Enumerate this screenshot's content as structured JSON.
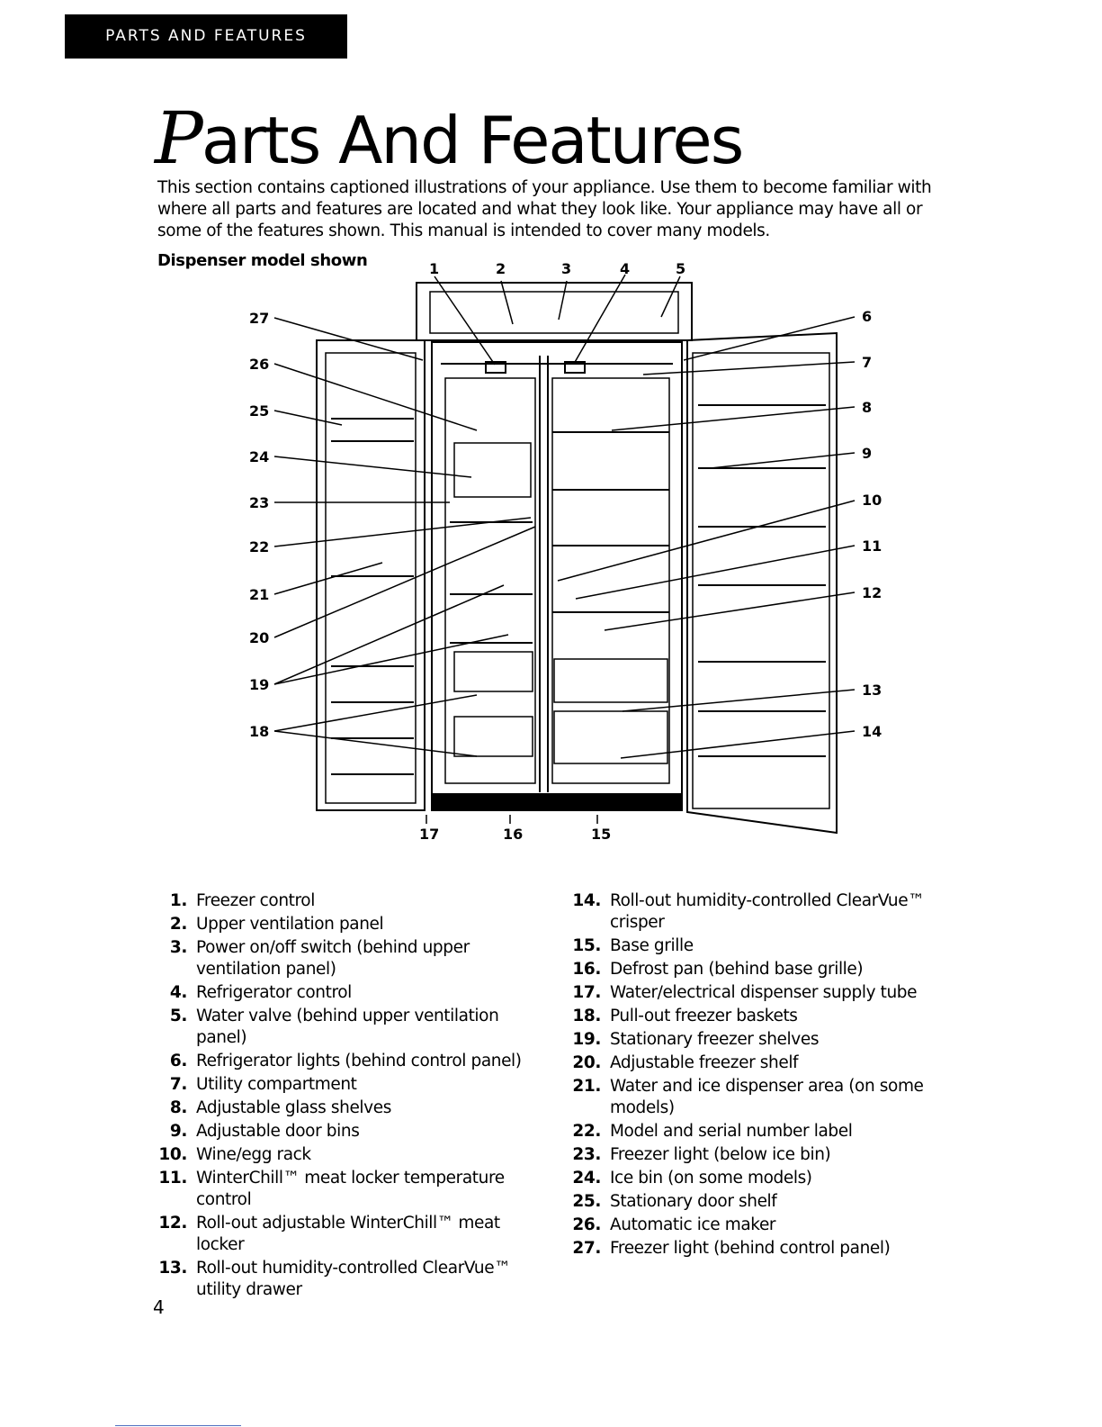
{
  "header": {
    "section_tab": "PARTS AND FEATURES"
  },
  "title": {
    "initial": "P",
    "rest": "arts And Features"
  },
  "intro": "This section contains captioned illustrations of your appliance. Use them to become familiar with where all parts and features are located and what they look like. Your appliance may have all or some of the features shown. This manual is intended to cover many models.",
  "diagram": {
    "caption": "Dispenser model shown",
    "callouts": [
      "1",
      "2",
      "3",
      "4",
      "5",
      "6",
      "7",
      "8",
      "9",
      "10",
      "11",
      "12",
      "13",
      "14",
      "15",
      "16",
      "17",
      "18",
      "19",
      "20",
      "21",
      "22",
      "23",
      "24",
      "25",
      "26",
      "27"
    ]
  },
  "parts_left": [
    {
      "no": "1.",
      "text": "Freezer control"
    },
    {
      "no": "2.",
      "text": "Upper ventilation panel"
    },
    {
      "no": "3.",
      "text": "Power on/off switch (behind upper ventilation panel)"
    },
    {
      "no": "4.",
      "text": "Refrigerator control"
    },
    {
      "no": "5.",
      "text": "Water valve (behind upper ventilation panel)"
    },
    {
      "no": "6.",
      "text": "Refrigerator lights (behind control panel)"
    },
    {
      "no": "7.",
      "text": "Utility compartment"
    },
    {
      "no": "8.",
      "text": "Adjustable glass shelves"
    },
    {
      "no": "9.",
      "text": "Adjustable door bins"
    },
    {
      "no": "10.",
      "text": "Wine/egg rack"
    },
    {
      "no": "11.",
      "text": "WinterChill™ meat locker temperature control"
    },
    {
      "no": "12.",
      "text": "Roll-out adjustable WinterChill™ meat locker"
    },
    {
      "no": "13.",
      "text": "Roll-out humidity-controlled ClearVue™ utility drawer"
    }
  ],
  "parts_right": [
    {
      "no": "14.",
      "text": "Roll-out humidity-controlled ClearVue™ crisper"
    },
    {
      "no": "15.",
      "text": "Base grille"
    },
    {
      "no": "16.",
      "text": "Defrost pan (behind base grille)"
    },
    {
      "no": "17.",
      "text": "Water/electrical dispenser supply tube"
    },
    {
      "no": "18.",
      "text": "Pull-out freezer baskets"
    },
    {
      "no": "19.",
      "text": "Stationary freezer shelves"
    },
    {
      "no": "20.",
      "text": "Adjustable freezer shelf"
    },
    {
      "no": "21.",
      "text": "Water and ice dispenser area (on some models)"
    },
    {
      "no": "22.",
      "text": "Model and serial number label"
    },
    {
      "no": "23.",
      "text": "Freezer light (below ice bin)"
    },
    {
      "no": "24.",
      "text": "Ice bin (on some models)"
    },
    {
      "no": "25.",
      "text": "Stationary door shelf"
    },
    {
      "no": "26.",
      "text": "Automatic ice maker"
    },
    {
      "no": "27.",
      "text": "Freezer light (behind control panel)"
    }
  ],
  "page_number": "4"
}
